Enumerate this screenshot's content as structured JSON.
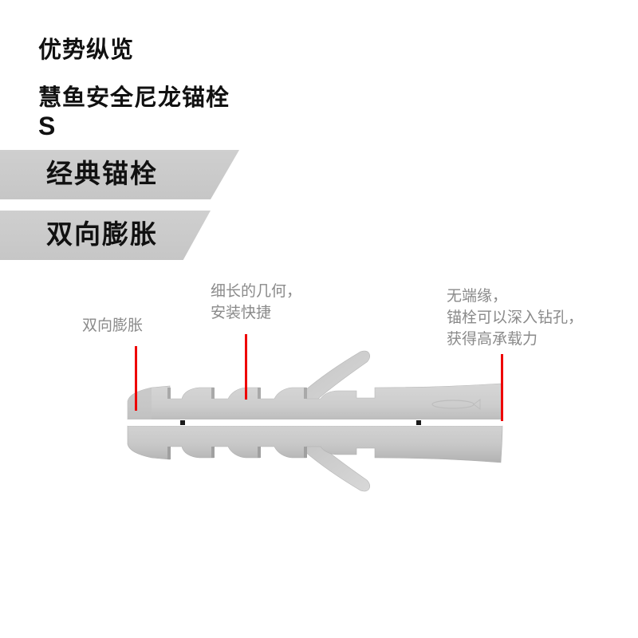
{
  "header": {
    "section_title": "优势纵览",
    "product_name": "慧鱼安全尼龙锚栓",
    "product_model": "S"
  },
  "banners": [
    {
      "label": "经典锚栓"
    },
    {
      "label": "双向膨胀"
    }
  ],
  "callouts": [
    {
      "id": "tip",
      "lines": [
        "双向膨胀"
      ]
    },
    {
      "id": "ribs",
      "lines": [
        "细长的几何，",
        "安装快捷"
      ]
    },
    {
      "id": "collar",
      "lines": [
        "无端缘，",
        "锚栓可以深入钻孔，",
        "获得高承载力"
      ]
    }
  ],
  "colors": {
    "banner_gray": "#c8c8c8",
    "callout_text": "#8a8a8a",
    "pointer_red": "#ee0000",
    "anchor_gray": "#d2d2d2"
  }
}
